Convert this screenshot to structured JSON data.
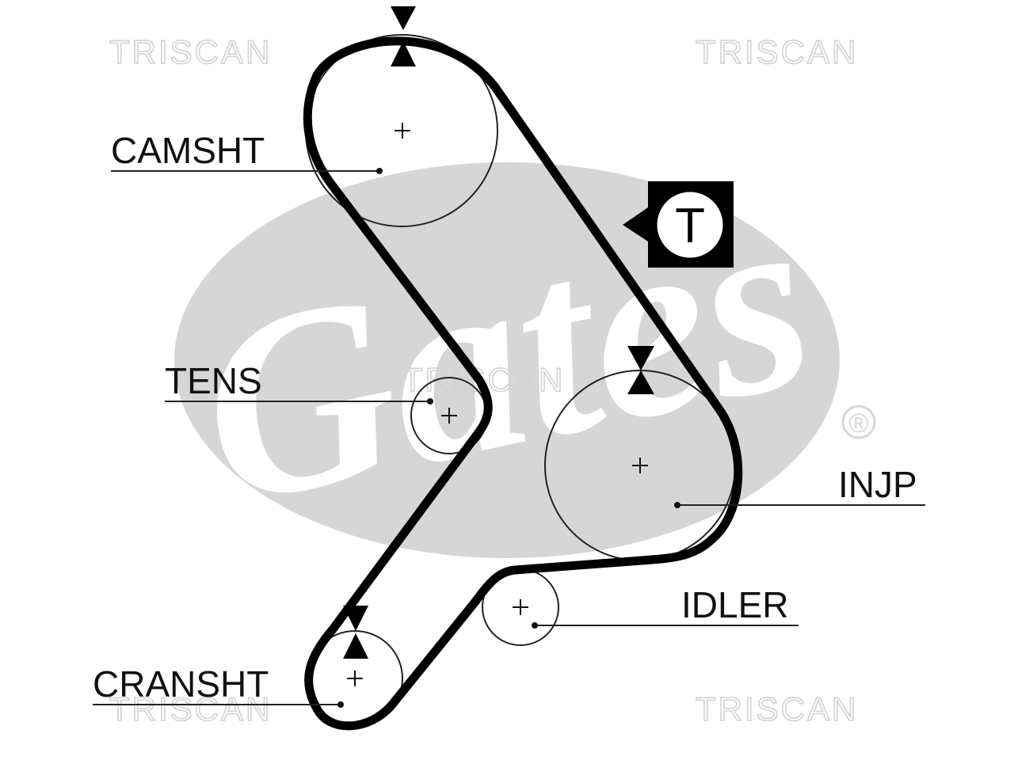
{
  "watermarks": {
    "brand_text": "TRISCAN",
    "logo_text": "Gates",
    "registered_mark": "®"
  },
  "labels": {
    "camshaft": "CAMSHT",
    "tensioner": "TENS",
    "injection_pump": "INJP",
    "idler": "IDLER",
    "crankshaft": "CRANSHT",
    "tension_badge": "T"
  },
  "colors": {
    "belt": "#000000",
    "line": "#222222",
    "watermark_logo": "#d6d6d6",
    "watermark_text": "#d2d2d2",
    "background": "#ffffff"
  },
  "icons": {
    "timing_mark": "double-triangle-timing-mark-icon",
    "tension_indicator": "tension-t-badge-icon",
    "pulley_center": "plus-center-icon"
  }
}
